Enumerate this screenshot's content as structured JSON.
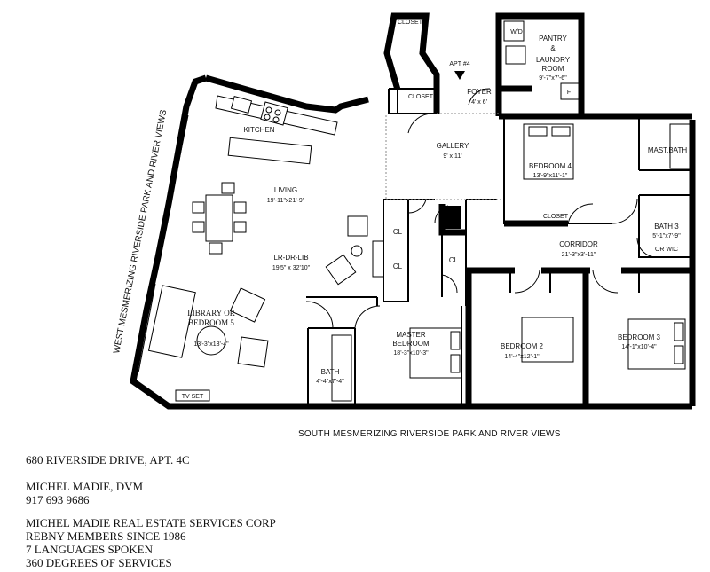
{
  "plan": {
    "apt_marker": "APT #4",
    "rooms": {
      "closet_top": "CLOSET",
      "closet_entry": "CLOSET",
      "wd": "W/D",
      "pantry": [
        "PANTRY",
        "&",
        "LAUNDRY",
        "ROOM",
        "9'-7\"x7'-6\""
      ],
      "f": "F",
      "foyer": [
        "FOYER",
        "4' x 6'"
      ],
      "kitchen": "KITCHEN",
      "gallery": [
        "GALLERY",
        "9' x 11'"
      ],
      "bedroom4": [
        "BEDROOM 4",
        "13'-9\"x11'-1\""
      ],
      "mast_bath": "MAST.BATH",
      "living": [
        "LIVING",
        "19'-11\"x21'-9\""
      ],
      "closet_corr": "CLOSET",
      "cl1": "CL",
      "cl2": "CL",
      "cl3": "CL",
      "bath3": [
        "BATH 3",
        "5'-1\"x7'-9\"",
        "OR WIC"
      ],
      "lr_dr_lib": [
        "LR-DR-LIB",
        "19'5\" x 32'10\""
      ],
      "corridor": [
        "CORRIDOR",
        "21'-3\"x3'-11\""
      ],
      "library": [
        "LIBRARY OR",
        "BEDROOM 5",
        "13'-3\"x13'-4\""
      ],
      "master_bedroom": [
        "MASTER",
        "BEDROOM",
        "18'-3\"x10'-3\""
      ],
      "bedroom2": [
        "BEDROOM 2",
        "14'-4\"x12'-1\""
      ],
      "bedroom3": [
        "BEDROOM 3",
        "14'-1\"x10'-4\""
      ],
      "bath": [
        "BATH",
        "4'-4\"x7'-4\""
      ],
      "tv_set": "TV SET"
    },
    "west_view": "WEST MESMERIZING RIVERSIDE PARK AND RIVER VIEWS",
    "south_view": "SOUTH MESMERIZING RIVERSIDE PARK AND RIVER VIEWS"
  },
  "info": {
    "address": "680 RIVERSIDE DRIVE, APT. 4C",
    "agent_name": "MICHEL MADIE, DVM",
    "agent_phone": "917 693 9686",
    "company_lines": [
      "MICHEL MADIE REAL  ESTATE SERVICES CORP",
      "REBNY MEMBERS SINCE 1986",
      "7 LANGUAGES SPOKEN",
      "360 DEGREES OF SERVICES"
    ]
  }
}
